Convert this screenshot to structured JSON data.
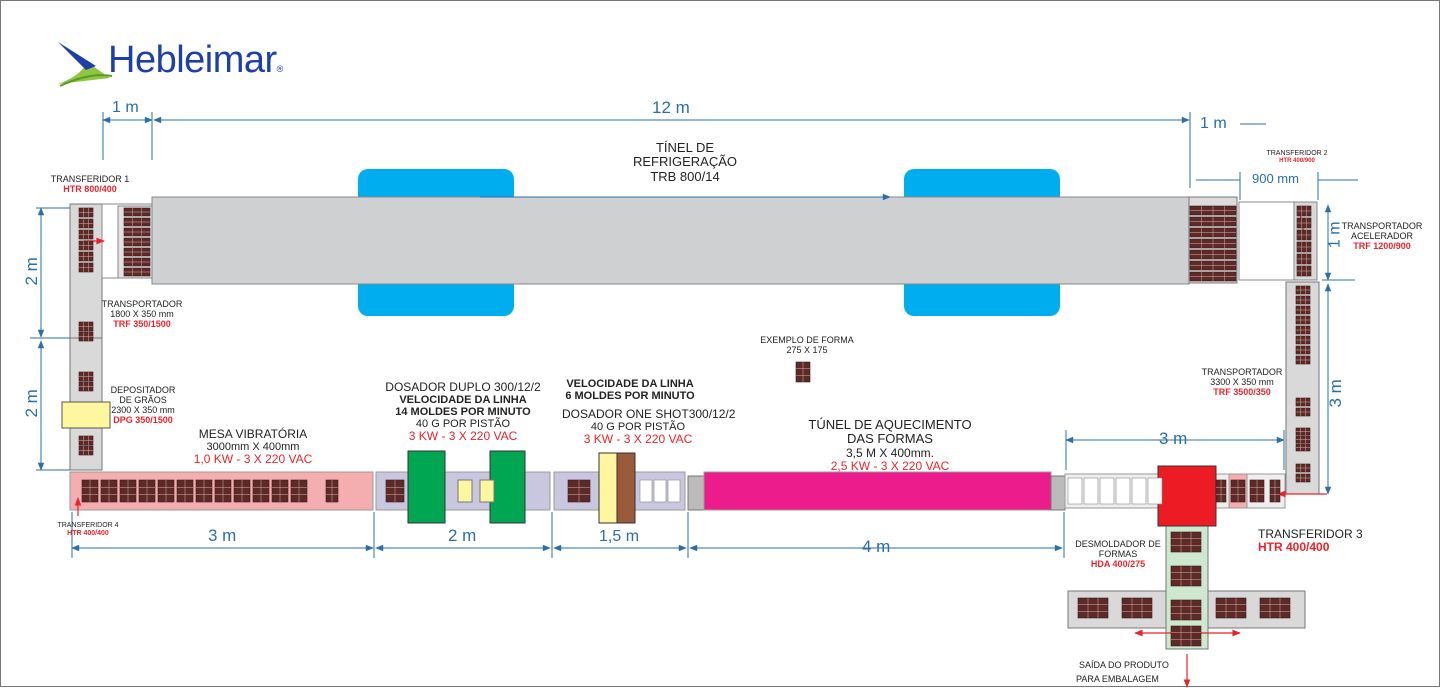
{
  "logo": {
    "brand": "Hebleimar",
    "registered": "®"
  },
  "dims": {
    "top_1m_left": "1 m",
    "top_12m": "12 m",
    "top_1m_right": "1 m",
    "right_900mm": "900 mm",
    "right_1m": "1 m",
    "right_3m": "3 m",
    "left_2m_top": "2 m",
    "left_2m_bottom": "2 m",
    "bottom_3m": "3 m",
    "bottom_2m": "2 m",
    "bottom_1_5m": "1,5 m",
    "bottom_4m": "4 m",
    "mid_3m": "3 m"
  },
  "labels": {
    "tunnel_refrig": {
      "l1": "TÍNEL DE",
      "l2": "REFRIGERAÇÃO",
      "l3": "TRB 800/14"
    },
    "transf1": {
      "l1": "TRANSFERIDOR 1",
      "l2": "HTR 800/400"
    },
    "transf2": {
      "l1": "TRANSFERIDOR 2",
      "l2": "HTR 400/900"
    },
    "transp_acel": {
      "l1": "TRANSPORTADOR",
      "l2": "ACELERADOR",
      "l3": "TRF 1200/900"
    },
    "transp_left": {
      "l1": "TRANSPORTADOR",
      "l2": "1800 X 350 mm",
      "l3": "TRF 350/1500"
    },
    "depositador": {
      "l1": "DEPOSITADOR",
      "l2": "DE GRÃOS",
      "l3": "2300 X 350 mm",
      "l4": "DPG 350/1500"
    },
    "exemplo": {
      "l1": "EXEMPLO DE FORMA",
      "l2": "275 X 175"
    },
    "transp_right": {
      "l1": "TRANSPORTADOR",
      "l2": "3300 X 350 mm",
      "l3": "TRF 3500/350"
    },
    "mesa": {
      "l1": "MESA VIBRATÓRIA",
      "l2": "3000mm X 400mm",
      "l3": "1,0 KW - 3 X 220 VAC"
    },
    "dosador_duplo": {
      "l1": "DOSADOR DUPLO 300/12/2",
      "l2": "VELOCIDADE DA LINHA",
      "l3": "14 MOLDES POR MINUTO",
      "l4": "40 G POR PISTÃO",
      "l5": "3 KW - 3 X 220 VAC"
    },
    "dosador_one": {
      "l1": "VELOCIDADE DA LINHA",
      "l2": "6 MOLDES POR MINUTO",
      "l3": "DOSADOR ONE SHOT",
      "l3b": "300/12/2",
      "l4": "40 G POR PISTÃO",
      "l5": "3 KW - 3 X 220 VAC"
    },
    "tunel_aquec": {
      "l1": "TÚNEL DE AQUECIMENTO",
      "l2": "DAS FORMAS",
      "l3": "3,5 M X 400mm.",
      "l4": "2,5 KW - 3 X 220 VAC"
    },
    "transf3": {
      "l1": "TRANSFERIDOR 3",
      "l2": "HTR 400/400"
    },
    "transf4": {
      "l1": "TRANSFERIDOR 4",
      "l2": "HTR 400/400"
    },
    "desmoldador": {
      "l1": "DESMOLDADOR DE",
      "l2": "FORMAS",
      "l3": "HDA 400/275"
    },
    "saida": {
      "l1": "SAÍDA DO PRODUTO",
      "l2": "PARA EMBALAGEM"
    }
  },
  "colors": {
    "tunnel_grey": "#cfd0d2",
    "cooling_blue": "#00aeef",
    "form_brown": "#5e2a28",
    "table_pink": "#f4aeb0",
    "doser_lavender": "#c9c7e0",
    "green": "#00a651",
    "heater_magenta": "#ec1c8c",
    "transfer_red": "#ed1c24",
    "dim_blue": "#2a6fa8",
    "label_red": "#e8242a",
    "logo_blue": "#1c3fa8",
    "logo_green": "#8dc63f"
  },
  "icons": [
    "logo-swoosh-icon",
    "arrow-icon",
    "mold-tray-icon"
  ]
}
